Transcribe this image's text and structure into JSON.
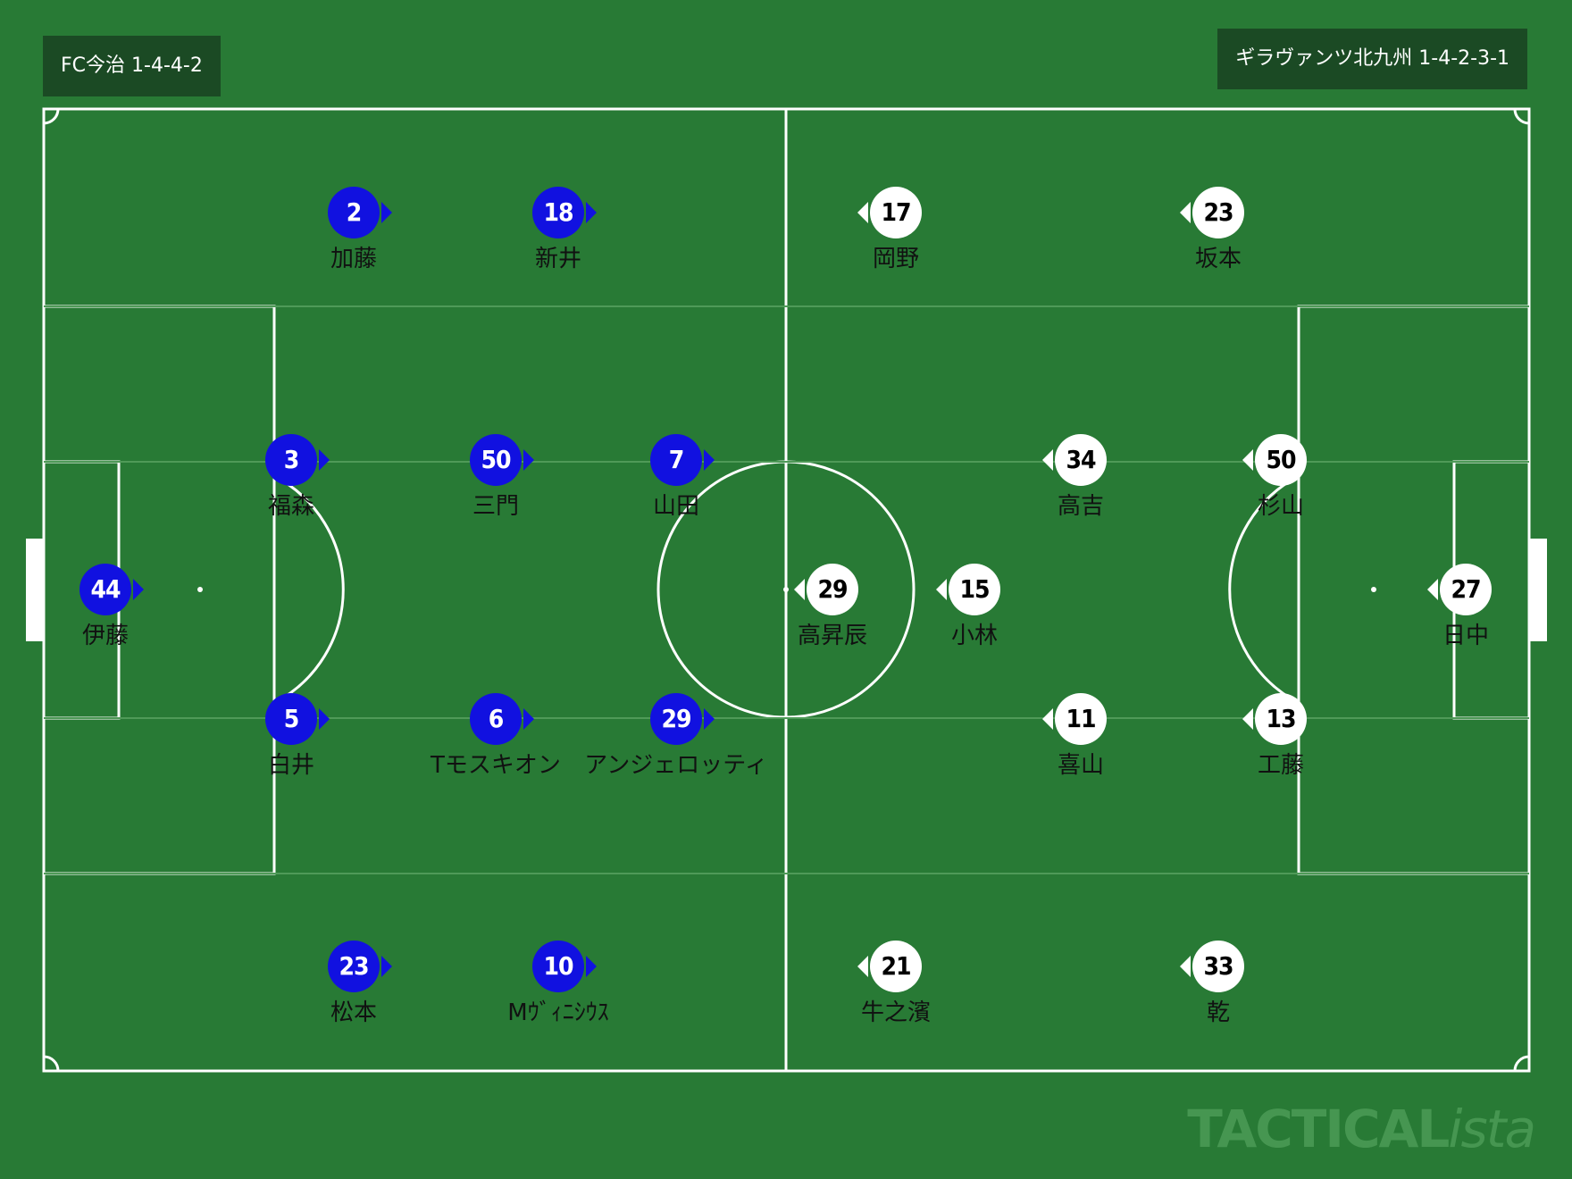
{
  "home_team": {
    "label": "FC今治 1-4-4-2",
    "color": "#1111e0"
  },
  "away_team": {
    "label": "ギラヴァンツ北九州 1-4-2-3-1",
    "color": "#ffffff"
  },
  "home_players": [
    {
      "number": "44",
      "name": "伊藤"
    },
    {
      "number": "3",
      "name": "福森"
    },
    {
      "number": "5",
      "name": "白井"
    },
    {
      "number": "2",
      "name": "加藤"
    },
    {
      "number": "23",
      "name": "松本"
    },
    {
      "number": "50",
      "name": "三門"
    },
    {
      "number": "6",
      "name": "Tモスキオン"
    },
    {
      "number": "18",
      "name": "新井"
    },
    {
      "number": "10",
      "name": "Mｳﾞｨﾆｼｳｽ"
    },
    {
      "number": "7",
      "name": "山田"
    },
    {
      "number": "29",
      "name": "アンジェロッティ"
    }
  ],
  "away_players": [
    {
      "number": "27",
      "name": "日中"
    },
    {
      "number": "50",
      "name": "杉山"
    },
    {
      "number": "13",
      "name": "工藤"
    },
    {
      "number": "23",
      "name": "坂本"
    },
    {
      "number": "33",
      "name": "乾"
    },
    {
      "number": "34",
      "name": "高吉"
    },
    {
      "number": "11",
      "name": "喜山"
    },
    {
      "number": "17",
      "name": "岡野"
    },
    {
      "number": "21",
      "name": "牛之濱"
    },
    {
      "number": "15",
      "name": "小林"
    },
    {
      "number": "29",
      "name": "高昇辰"
    }
  ],
  "watermark": {
    "main": "TACTICAL",
    "suffix": "ista"
  }
}
